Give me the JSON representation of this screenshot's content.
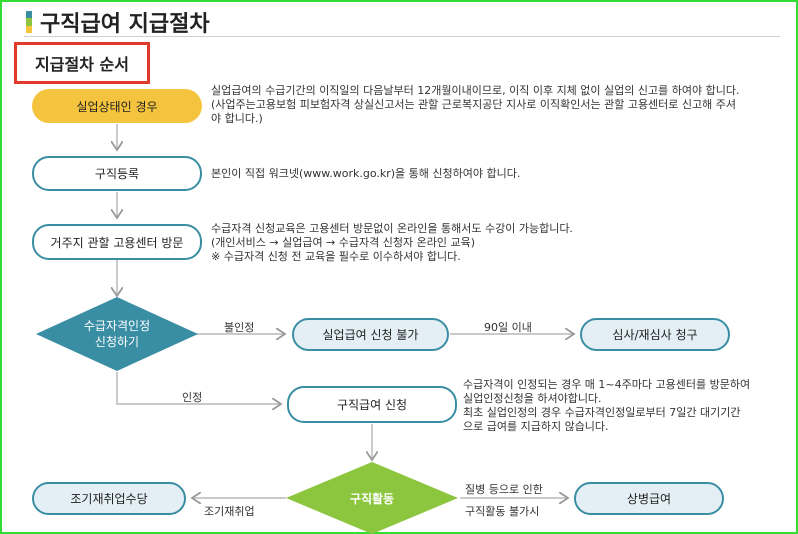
{
  "page_title": "구직급여 지급절차",
  "section_title": "지급절차 순서",
  "colors": {
    "accent": "#3a8ea3",
    "highlight": "#f5c43f",
    "frame": "#33dd33",
    "section_border": "#e23a2a",
    "diamond_blue": "#3a8ea3",
    "diamond_green": "#8cc63f"
  },
  "nodes": {
    "unemployed": "실업상태인 경우",
    "register": "구직등록",
    "visit": "거주지 관할 고용센터 방문",
    "qualify": "수급자격인정\n신청하기",
    "not_eligible": "실업급여 신청 불가",
    "review": "심사/재심사 청구",
    "apply": "구직급여 신청",
    "job_search": "구직활동",
    "early_reemploy": "조기재취업수당",
    "sickness": "상병급여"
  },
  "descriptions": {
    "unemployed": "실업급여의 수급기간의 이직일의 다음날부터 12개월이내이므로, 이직 이후 지체 없이 실업의 신고를 하여야 합니다.\n(사업주는고용보험 피보험자격 상실신고서는 관할 근로복지공단 지사로 이직확인서는 관할 고용센터로 신고해 주셔\n야 합니다.)",
    "register": "본인이 직접 워크넷(www.work.go.kr)을 통해 신청하여야 합니다.",
    "visit": "수급자격 신청교육은 고용센터 방문없이 온라인을 통해서도 수강이 가능합니다.\n(개인서비스 → 실업급여 → 수급자격 신청자 온라인 교육)\n※ 수급자격 신청 전 교육을 필수로 이수하셔야 합니다.",
    "apply": "수급자격이 인정되는 경우 매 1~4주마다 고용센터를 방문하여\n실업인정신청을 하셔야합니다.\n최초 실업인정의 경우 수급자격인정일로부터 7일간 대기기간\n으로 급여를 지급하지 않습니다."
  },
  "edge_labels": {
    "not_recognized": "불인정",
    "within_90": "90일 이내",
    "recognized": "인정",
    "illness_1": "질병 등으로 인한",
    "illness_2": "구직활동 불가시",
    "reemploy": "조기재취업"
  }
}
